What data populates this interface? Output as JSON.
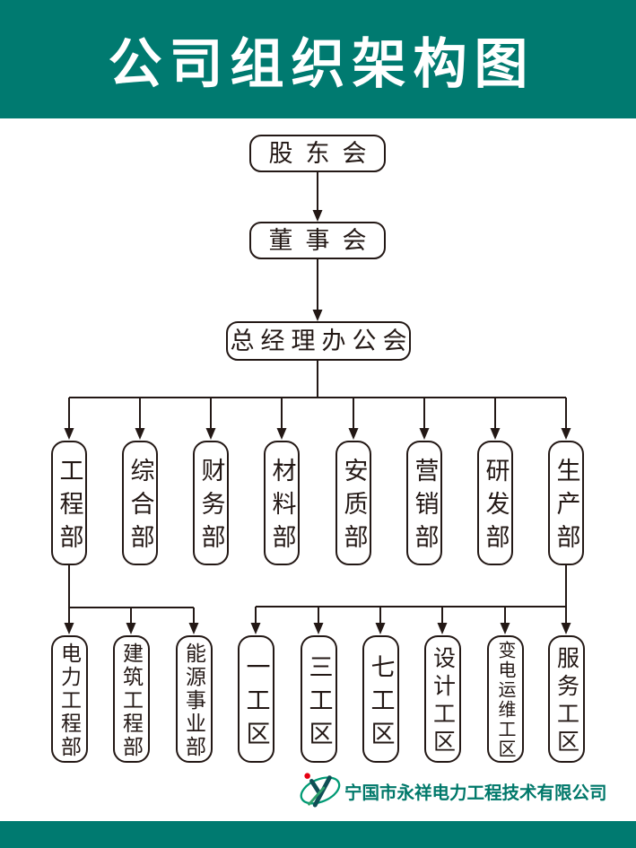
{
  "title": "公司组织架构图",
  "colors": {
    "banner_teal": "#007a70",
    "line_ink": "#231815",
    "company_text_green": "#00786a",
    "logo_ellipse_green": "#009a74",
    "logo_letter_teal": "#0e4e55",
    "logo_dot_red": "#e60012"
  },
  "org": {
    "shareholders": {
      "label": "股东会"
    },
    "board": {
      "label": "董事会"
    },
    "gm_office": {
      "label": "总经理办公会"
    },
    "departments": [
      {
        "label": "工程部",
        "children": [
          "电力工程部",
          "建筑工程部",
          "能源事业部"
        ]
      },
      {
        "label": "综合部",
        "children": []
      },
      {
        "label": "财务部",
        "children": []
      },
      {
        "label": "材料部",
        "children": []
      },
      {
        "label": "安质部",
        "children": []
      },
      {
        "label": "营销部",
        "children": []
      },
      {
        "label": "研发部",
        "children": []
      },
      {
        "label": "生产部",
        "children": [
          "一工区",
          "三工区",
          "七工区",
          "设计工区",
          "变电运维工区",
          "服务工区"
        ]
      }
    ]
  },
  "footer": {
    "company": "宁国市永祥电力工程技术有限公司",
    "logo": "yx-ellipse-logo"
  }
}
